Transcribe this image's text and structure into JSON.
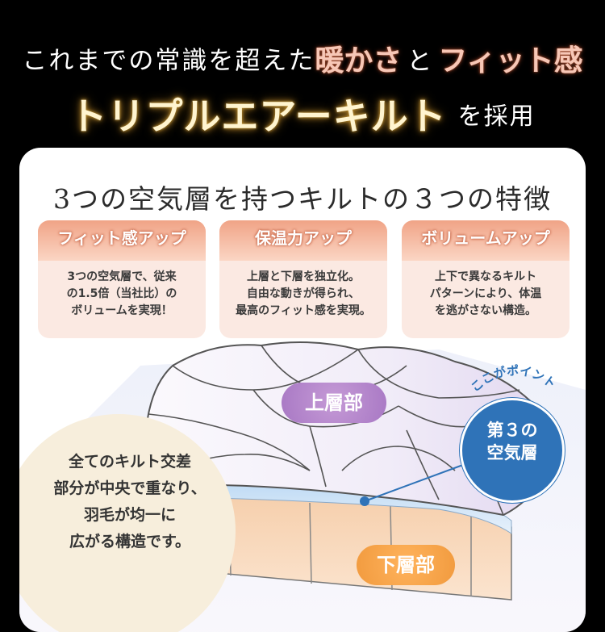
{
  "header": {
    "line1_prefix": "これまでの常識を超えた",
    "line1_em1": "暖かさ",
    "line1_conj": "と",
    "line1_em2": "フィット感",
    "line2_name": "トリプルエアーキルト",
    "line2_suffix": "を採用"
  },
  "panel": {
    "title": "3つの空気層を持つキルトの３つの特徴"
  },
  "features": [
    {
      "title": "フィット感アップ",
      "lines": [
        "3つの空気層で、従来",
        "の1.5倍（当社比）の",
        "ボリュームを実現！"
      ]
    },
    {
      "title": "保温力アップ",
      "lines": [
        "上層と下層を独立化。",
        "自由な動きが得られ、",
        "最高のフィット感を実現。"
      ]
    },
    {
      "title": "ボリュームアップ",
      "lines": [
        "上下で異なるキルト",
        "パターンにより、体温",
        "を逃がさない構造。"
      ]
    }
  ],
  "diagram": {
    "upper_label": "上層部",
    "lower_label": "下層部",
    "point_arc": "ここがポイント",
    "point_lines": [
      "第３の",
      "空気層"
    ],
    "note_lines": [
      "全てのキルト交差",
      "部分が中央で重なり、",
      "羽毛が均一に",
      "広がる構造です。"
    ]
  },
  "colors": {
    "background": "#000000",
    "card_header": "#f0a386",
    "card_body": "#fbe9e2",
    "upper_label": "#a878c4",
    "lower_label": "#f19a3e",
    "point_badge": "#2f73b8",
    "note_circle": "#f7eedc"
  }
}
